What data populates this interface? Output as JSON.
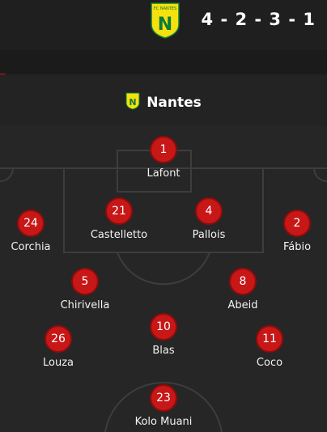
{
  "header": {
    "crest_text": "FC NANTES",
    "crest_monogram": "N",
    "formation": "4 - 2 - 3 - 1"
  },
  "team": {
    "name": "Nantes"
  },
  "colors": {
    "background": "#262626",
    "topbar": "#1f1f1f",
    "player_dot": "#c71717",
    "crest_yellow": "#f5e10f",
    "crest_green": "#0c7a3a"
  },
  "players": [
    {
      "number": "1",
      "name": "Lafont"
    },
    {
      "number": "24",
      "name": "Corchia"
    },
    {
      "number": "21",
      "name": "Castelletto"
    },
    {
      "number": "4",
      "name": "Pallois"
    },
    {
      "number": "2",
      "name": "Fábio"
    },
    {
      "number": "5",
      "name": "Chirivella"
    },
    {
      "number": "8",
      "name": "Abeid"
    },
    {
      "number": "10",
      "name": "Blas"
    },
    {
      "number": "26",
      "name": "Louza"
    },
    {
      "number": "11",
      "name": "Coco"
    },
    {
      "number": "23",
      "name": "Kolo Muani"
    }
  ]
}
